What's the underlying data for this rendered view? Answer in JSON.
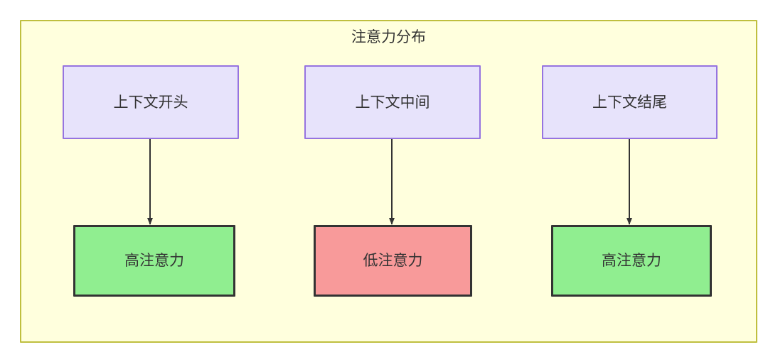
{
  "diagram": {
    "title": "注意力分布",
    "background_color": "#ffffdd",
    "border_color": "#bfbf3f",
    "page_background": "#ffffff",
    "text_color": "#333333"
  },
  "nodes": {
    "context": [
      {
        "id": "ctx-start",
        "label": "上下文开头",
        "fill": "#e7e3fb",
        "stroke": "#9674e0"
      },
      {
        "id": "ctx-middle",
        "label": "上下文中间",
        "fill": "#e7e3fb",
        "stroke": "#9674e0"
      },
      {
        "id": "ctx-end",
        "label": "上下文结尾",
        "fill": "#e7e3fb",
        "stroke": "#9674e0"
      }
    ],
    "attention": [
      {
        "id": "attn-start",
        "label": "高注意力",
        "fill": "#90ee90",
        "stroke": "#333333"
      },
      {
        "id": "attn-middle",
        "label": "低注意力",
        "fill": "#f89a9a",
        "stroke": "#333333"
      },
      {
        "id": "attn-end",
        "label": "高注意力",
        "fill": "#90ee90",
        "stroke": "#333333"
      }
    ]
  },
  "edges": [
    {
      "from": "ctx-start",
      "to": "attn-start",
      "label": ""
    },
    {
      "from": "ctx-middle",
      "to": "attn-middle",
      "label": ""
    },
    {
      "from": "ctx-end",
      "to": "attn-end",
      "label": ""
    }
  ]
}
